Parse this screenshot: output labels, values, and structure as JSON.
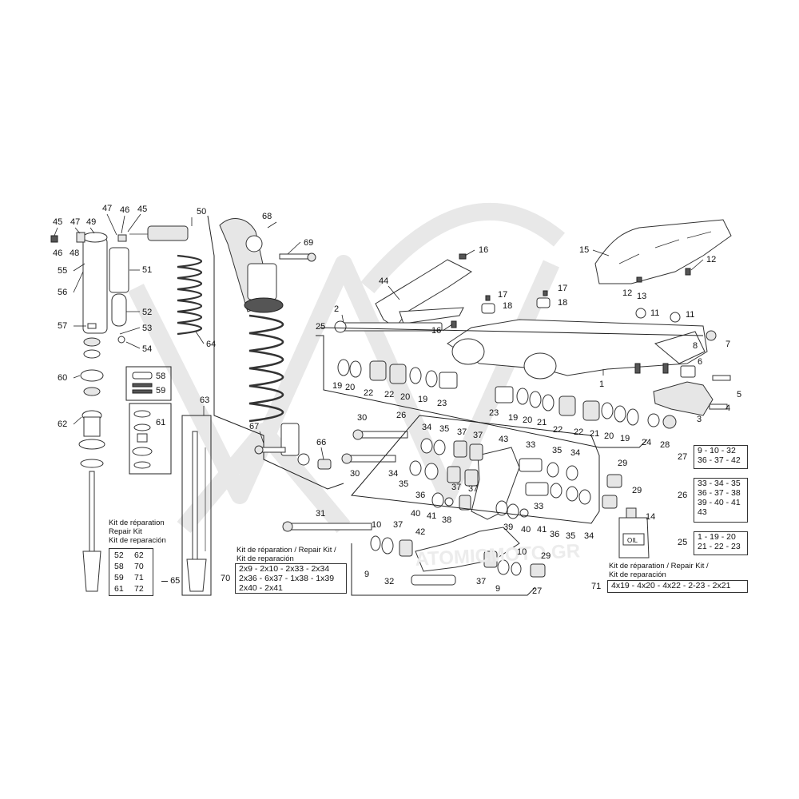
{
  "watermark": "ATOMICMOTO.GR",
  "callouts": [
    "1",
    "2",
    "3",
    "4",
    "5",
    "6",
    "7",
    "8",
    "9",
    "10",
    "11",
    "12",
    "13",
    "14",
    "15",
    "16",
    "17",
    "18",
    "19",
    "20",
    "21",
    "22",
    "23",
    "24",
    "25",
    "26",
    "27",
    "28",
    "29",
    "30",
    "31",
    "32",
    "33",
    "34",
    "35",
    "36",
    "37",
    "38",
    "39",
    "40",
    "41",
    "42",
    "43",
    "44",
    "45",
    "46",
    "47",
    "48",
    "49",
    "50",
    "51",
    "52",
    "53",
    "54",
    "55",
    "56",
    "57",
    "58",
    "59",
    "60",
    "61",
    "62",
    "63",
    "64",
    "65",
    "66",
    "67",
    "68",
    "69",
    "70",
    "71"
  ],
  "oil_label": "OIL",
  "kits": {
    "kit65": {
      "ref": "65",
      "title": [
        "Kit de réparation",
        "Repair Kit",
        "Kit de reparación"
      ],
      "items": [
        "52",
        "62",
        "58",
        "70",
        "59",
        "71",
        "61",
        "72"
      ]
    },
    "kit70": {
      "ref": "70",
      "title": [
        "Kit de réparation / Repair Kit /",
        "Kit de reparación"
      ],
      "rows": [
        "2x9 - 2x10 - 2x33 - 2x34",
        "2x36 - 6x37 - 1x38 - 1x39",
        "2x40 - 2x41"
      ]
    },
    "kit71": {
      "ref": "71",
      "title": [
        "Kit de réparation / Repair Kit /",
        "Kit de reparación"
      ],
      "rows": [
        "4x19 - 4x20 - 4x22 - 2-23 - 2x21"
      ]
    },
    "kit27": {
      "ref": "27",
      "rows": [
        "9 - 10 - 32",
        "36 - 37 - 42"
      ]
    },
    "kit26": {
      "ref": "26",
      "rows": [
        "33 - 34 - 35",
        "36 - 37 - 38",
        "39 - 40 - 41",
        "43"
      ]
    },
    "kit25": {
      "ref": "25",
      "rows": [
        "1 - 19 - 20",
        "21 - 22 - 23"
      ]
    }
  }
}
